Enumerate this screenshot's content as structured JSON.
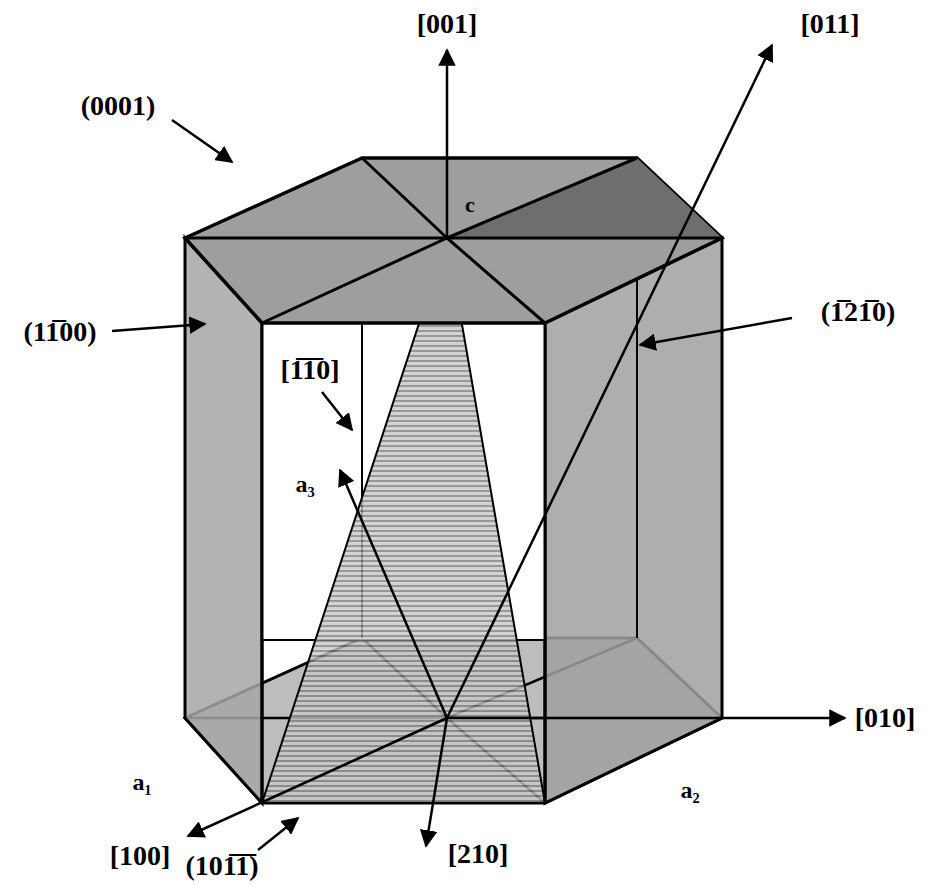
{
  "diagram": {
    "labels": [
      "[001]",
      "(0001)",
      "[011]",
      "c",
      "(1̅21̅0)",
      "(11̅00)",
      "[1̅1̅0]",
      "a₃",
      "[010]",
      "a₁",
      "a₂",
      "[100]",
      "(101̅1̅)",
      "[210]"
    ]
  }
}
